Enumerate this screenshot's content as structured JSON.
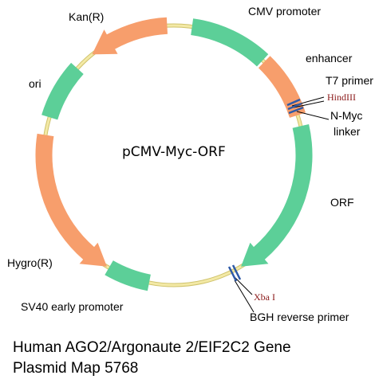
{
  "plasmid_name": "pCMV-Myc-ORF",
  "colors": {
    "backbone": "#f3e9a6",
    "backbone_edge": "#cfc26a",
    "green": "#5ccf98",
    "orange": "#f79e6c",
    "site_mark": "#2e5aa8"
  },
  "features": [
    {
      "label": "CMV promoter",
      "color": "green",
      "shape": "block"
    },
    {
      "label": "enhancer",
      "color": "orange",
      "shape": "block"
    },
    {
      "label": "ORF",
      "color": "green",
      "shape": "arrow-clockwise"
    },
    {
      "label": "SV40 early promoter",
      "color": "green",
      "shape": "block"
    },
    {
      "label": "Hygro(R)",
      "color": "orange",
      "shape": "arrow-counterclockwise"
    },
    {
      "label": "ori",
      "color": "green",
      "shape": "block"
    },
    {
      "label": "Kan(R)",
      "color": "orange",
      "shape": "arrow-counterclockwise"
    }
  ],
  "annotations": {
    "t7_primer": "T7 primer",
    "hindiii": "HindIII",
    "n_myc": "N-Myc",
    "linker": "linker",
    "xba_i": "Xba I",
    "bgh_primer": "BGH reverse primer"
  },
  "caption": {
    "line1": "Human AGO2/Argonaute 2/EIF2C2 Gene",
    "line2": "Plasmid Map 5768"
  }
}
